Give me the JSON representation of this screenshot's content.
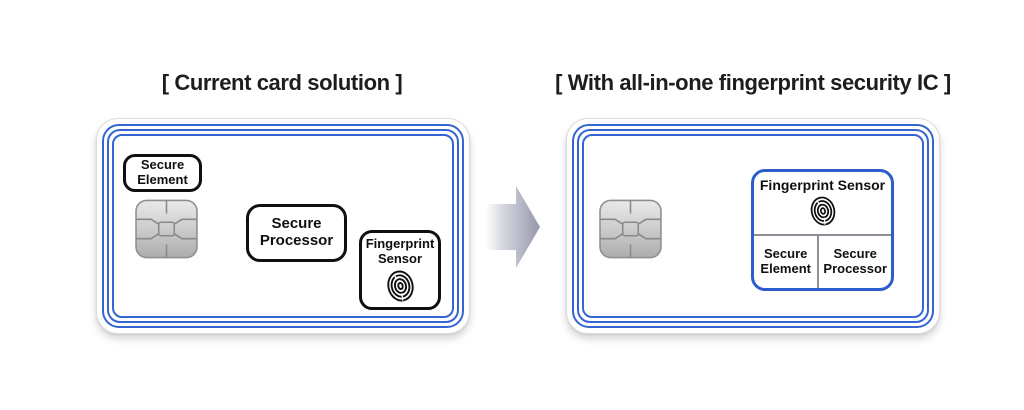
{
  "titles": {
    "left": "[ Current card solution ]",
    "right": "[ With all-in-one fingerprint security IC ]"
  },
  "left_card": {
    "secure_element": "Secure Element",
    "secure_processor": "Secure Processor",
    "fingerprint_sensor": "Fingerprint Sensor"
  },
  "right_card": {
    "fingerprint_sensor": "Fingerprint Sensor",
    "secure_element": "Secure Element",
    "secure_processor": "Secure Processor"
  },
  "icons": {
    "chip": "emv-chip-icon",
    "fingerprint": "fingerprint-icon",
    "arrow": "transition-arrow-icon"
  },
  "colors": {
    "antenna_blue": "#3565d3",
    "ic_border_blue": "#2d5ccd",
    "component_border": "#101010",
    "divider_gray": "#8e8e96",
    "chip_gray": "#c4c4c4",
    "arrow_gray": "#9597ab",
    "title_text": "#1d1d1f"
  }
}
